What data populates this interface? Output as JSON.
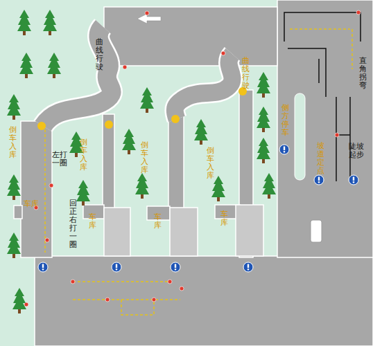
{
  "diagram": {
    "labels": [
      "曲线行驶",
      "左打一圈",
      "回正右打一圈",
      "直角拐弯",
      "陡坡起步",
      "倒车入库",
      "倒车入库",
      "倒车入库",
      "倒车入库",
      "曲线行驶",
      "侧方停车",
      "坡道定点",
      "车库",
      "车库",
      "车库",
      "车库"
    ]
  }
}
